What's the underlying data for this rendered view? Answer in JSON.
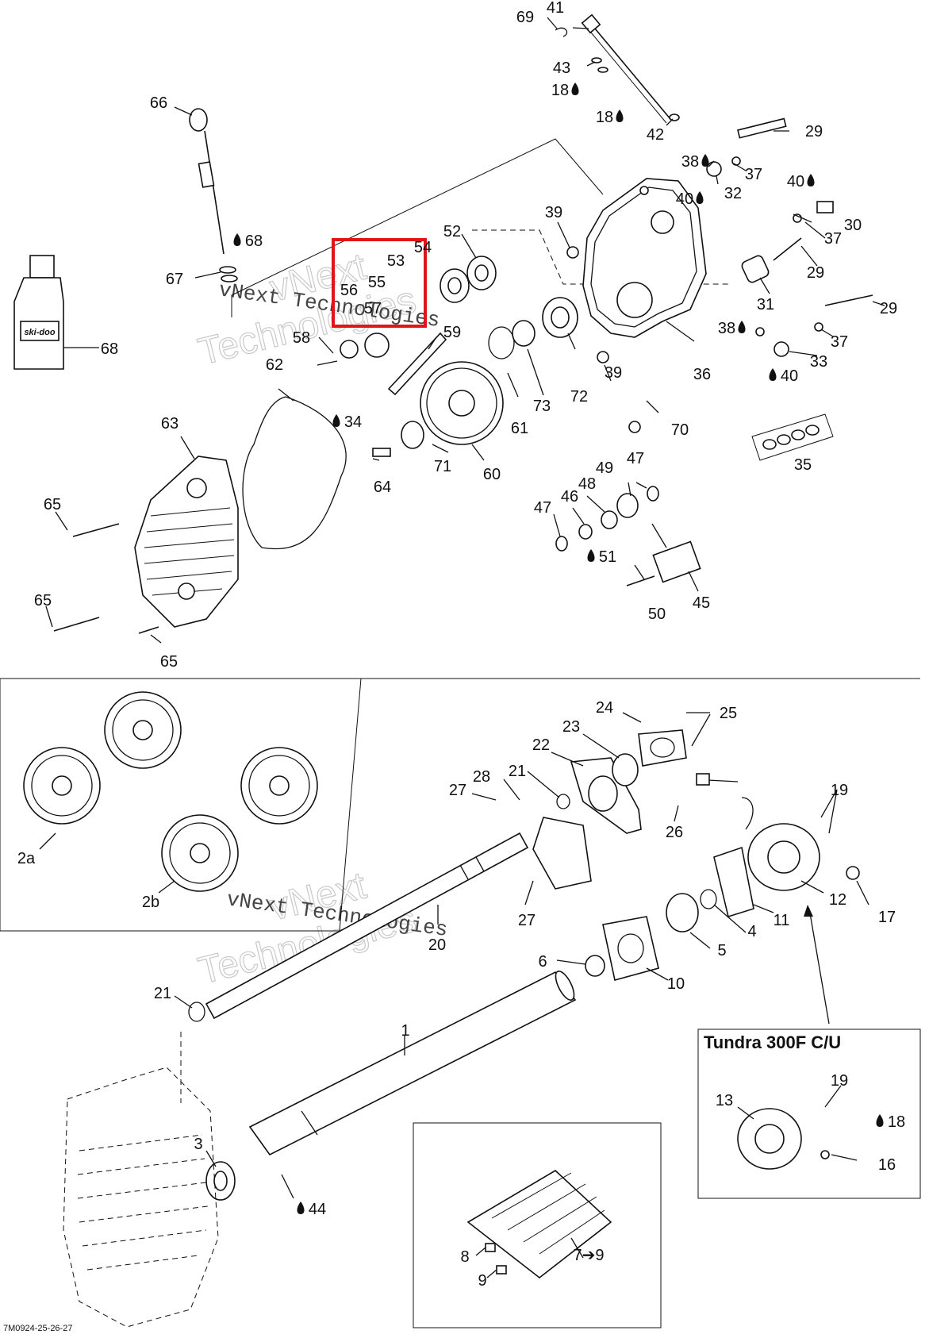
{
  "diagram": {
    "watermark_line_1": "vNext",
    "watermark_line_2": "Technologies",
    "watermark_small": "vNext Technologies",
    "callout_box_title": "Tundra 300F C/U",
    "figure_code": "7M0924-25-26-27",
    "bottle_brand": "ski-doo",
    "highlight_color": "#e0141b",
    "ink_color": "#111111"
  },
  "callouts": [
    {
      "id": "c41",
      "text": "41"
    },
    {
      "id": "c69",
      "text": "69"
    },
    {
      "id": "c43",
      "text": "43"
    },
    {
      "id": "c18a",
      "text": "18"
    },
    {
      "id": "c18b",
      "text": "18"
    },
    {
      "id": "c42",
      "text": "42"
    },
    {
      "id": "c29a",
      "text": "29"
    },
    {
      "id": "c38a",
      "text": "38"
    },
    {
      "id": "c37a",
      "text": "37"
    },
    {
      "id": "c32",
      "text": "32"
    },
    {
      "id": "c40a",
      "text": "40"
    },
    {
      "id": "c40b",
      "text": "40"
    },
    {
      "id": "c30",
      "text": "30"
    },
    {
      "id": "c37b",
      "text": "37"
    },
    {
      "id": "c29b",
      "text": "29"
    },
    {
      "id": "c31",
      "text": "31"
    },
    {
      "id": "c29c",
      "text": "29"
    },
    {
      "id": "c38b",
      "text": "38"
    },
    {
      "id": "c37c",
      "text": "37"
    },
    {
      "id": "c33",
      "text": "33"
    },
    {
      "id": "c40c",
      "text": "40"
    },
    {
      "id": "c66",
      "text": "66"
    },
    {
      "id": "c68a",
      "text": "68"
    },
    {
      "id": "c67",
      "text": "67"
    },
    {
      "id": "c68b",
      "text": "68"
    },
    {
      "id": "c52",
      "text": "52"
    },
    {
      "id": "c54",
      "text": "54"
    },
    {
      "id": "c53",
      "text": "53"
    },
    {
      "id": "c55",
      "text": "55"
    },
    {
      "id": "c56",
      "text": "56"
    },
    {
      "id": "c57",
      "text": "57"
    },
    {
      "id": "c39a",
      "text": "39"
    },
    {
      "id": "c58",
      "text": "58"
    },
    {
      "id": "c59",
      "text": "59"
    },
    {
      "id": "c62",
      "text": "62"
    },
    {
      "id": "c72",
      "text": "72"
    },
    {
      "id": "c73",
      "text": "73"
    },
    {
      "id": "c61",
      "text": "61"
    },
    {
      "id": "c39b",
      "text": "39"
    },
    {
      "id": "c36",
      "text": "36"
    },
    {
      "id": "c70",
      "text": "70"
    },
    {
      "id": "c35",
      "text": "35"
    },
    {
      "id": "c63",
      "text": "63"
    },
    {
      "id": "c34",
      "text": "34"
    },
    {
      "id": "c71",
      "text": "71"
    },
    {
      "id": "c60",
      "text": "60"
    },
    {
      "id": "c64",
      "text": "64"
    },
    {
      "id": "c65a",
      "text": "65"
    },
    {
      "id": "c65b",
      "text": "65"
    },
    {
      "id": "c65c",
      "text": "65"
    },
    {
      "id": "c49",
      "text": "49"
    },
    {
      "id": "c47a",
      "text": "47"
    },
    {
      "id": "c48",
      "text": "48"
    },
    {
      "id": "c46",
      "text": "46"
    },
    {
      "id": "c47b",
      "text": "47"
    },
    {
      "id": "c51",
      "text": "51"
    },
    {
      "id": "c45",
      "text": "45"
    },
    {
      "id": "c50",
      "text": "50"
    },
    {
      "id": "c2a",
      "text": "2a"
    },
    {
      "id": "c2b",
      "text": "2b"
    },
    {
      "id": "c24",
      "text": "24"
    },
    {
      "id": "c25",
      "text": "25"
    },
    {
      "id": "c23",
      "text": "23"
    },
    {
      "id": "c22",
      "text": "22"
    },
    {
      "id": "c21a",
      "text": "21"
    },
    {
      "id": "c28",
      "text": "28"
    },
    {
      "id": "c27a",
      "text": "27"
    },
    {
      "id": "c26",
      "text": "26"
    },
    {
      "id": "c19a",
      "text": "19"
    },
    {
      "id": "c27b",
      "text": "27"
    },
    {
      "id": "c12",
      "text": "12"
    },
    {
      "id": "c17",
      "text": "17"
    },
    {
      "id": "c11",
      "text": "11"
    },
    {
      "id": "c4",
      "text": "4"
    },
    {
      "id": "c5",
      "text": "5"
    },
    {
      "id": "c20",
      "text": "20"
    },
    {
      "id": "c6",
      "text": "6"
    },
    {
      "id": "c10",
      "text": "10"
    },
    {
      "id": "c21b",
      "text": "21"
    },
    {
      "id": "c1",
      "text": "1"
    },
    {
      "id": "c3",
      "text": "3"
    },
    {
      "id": "c44",
      "text": "44"
    },
    {
      "id": "c13",
      "text": "13"
    },
    {
      "id": "c19b",
      "text": "19"
    },
    {
      "id": "c18c",
      "text": "18"
    },
    {
      "id": "c16",
      "text": "16"
    },
    {
      "id": "c8",
      "text": "8"
    },
    {
      "id": "c79",
      "text": "7➔9"
    },
    {
      "id": "c9",
      "text": "9"
    }
  ]
}
